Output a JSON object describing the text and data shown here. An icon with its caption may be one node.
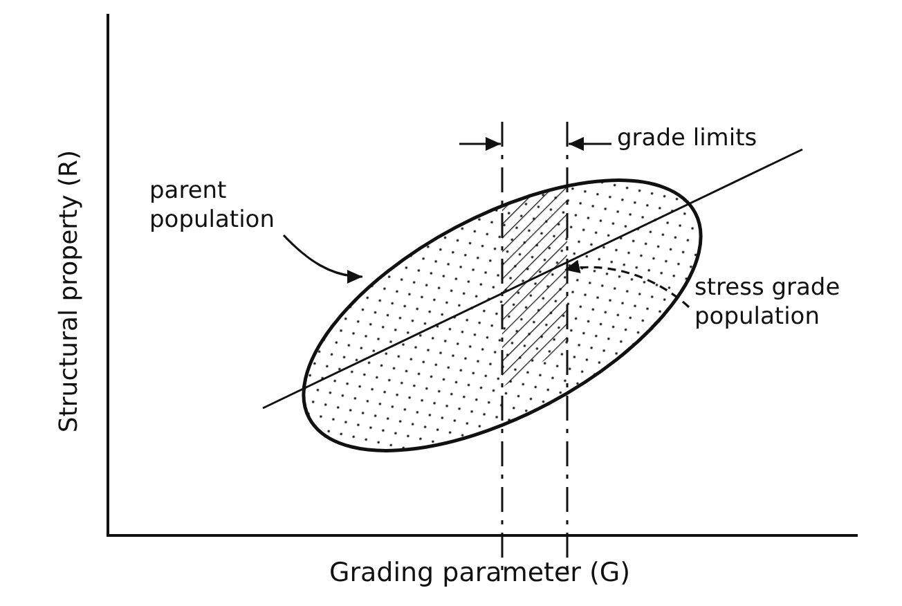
{
  "diagram": {
    "nodes": [
      {
        "text": [
          "parent population"
        ]
      },
      {
        "text": [],
        "shape": "ellipse"
      },
      {
        "text": [
          "stress grade population"
        ]
      },
      {
        "text": [],
        "shape": "hatched-band"
      }
    ],
    "edges": [
      {
        "from": 0,
        "to": 1,
        "arrow": "to"
      },
      {
        "from": 2,
        "to": 3,
        "arrow": "to",
        "style": "dashed"
      }
    ],
    "labels": [
      "grade limits",
      "Structural property (R)",
      "Grading parameter (G)"
    ]
  }
}
